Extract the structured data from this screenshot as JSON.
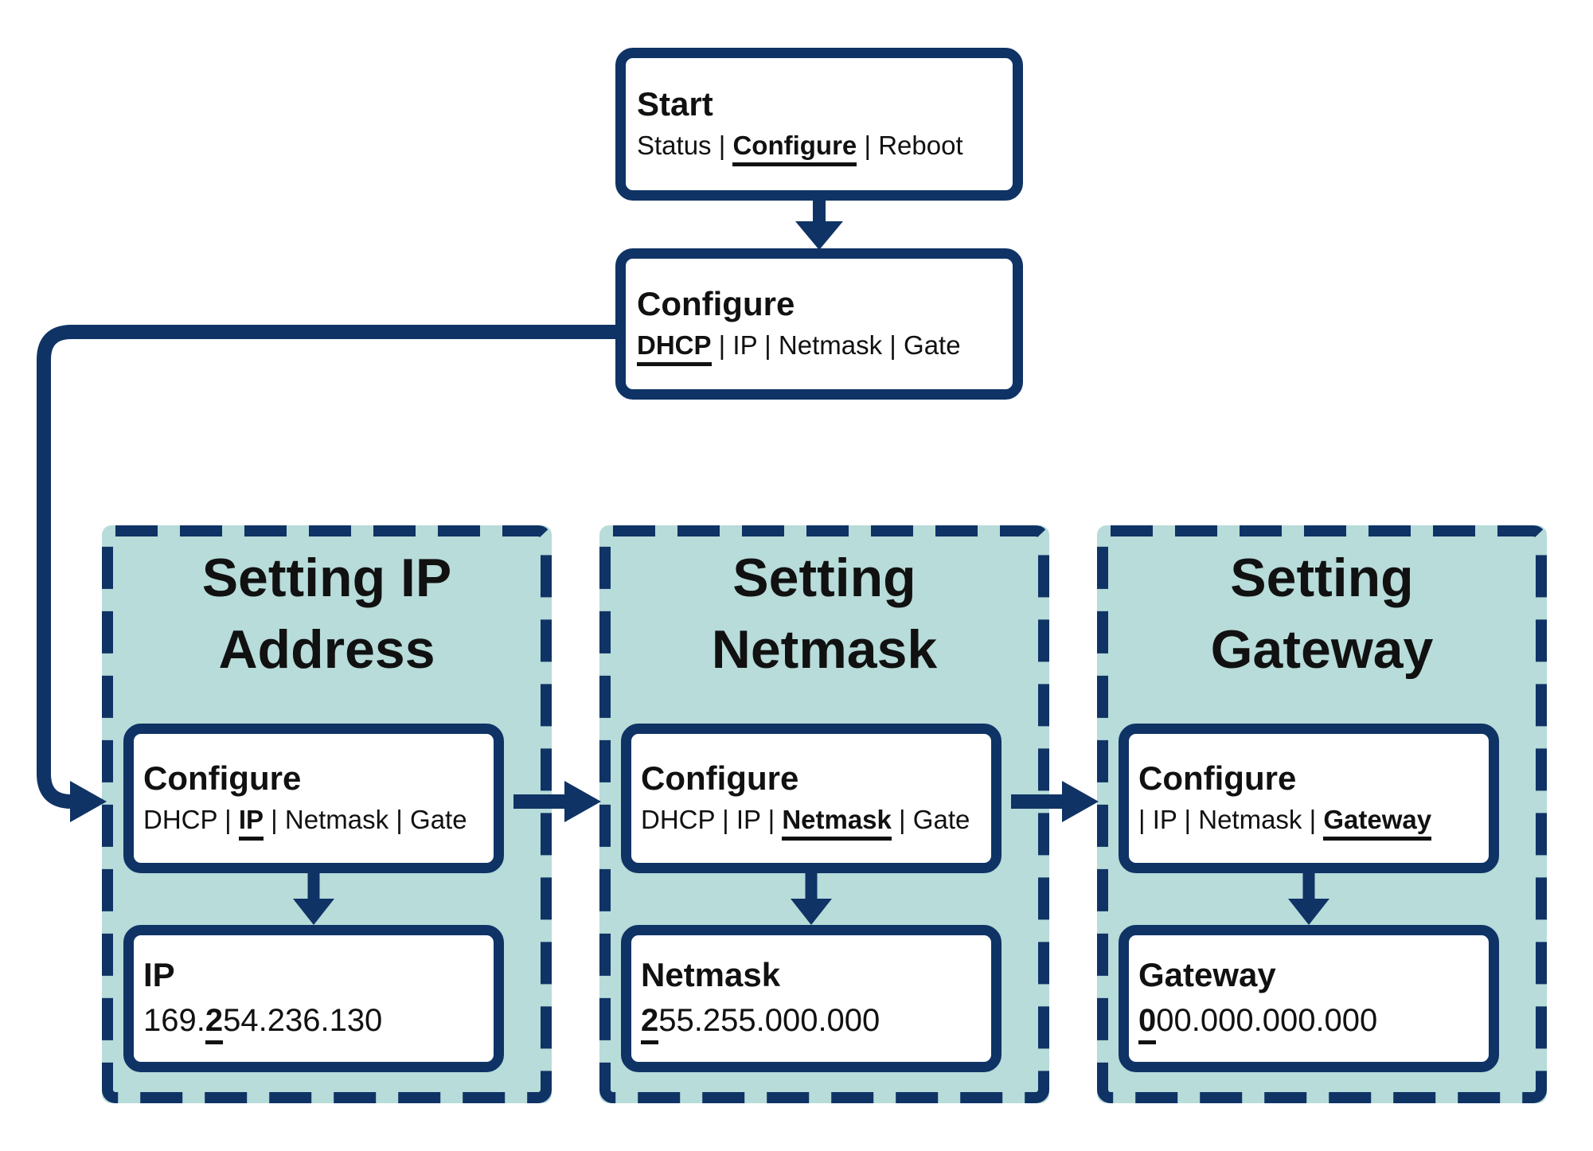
{
  "colors": {
    "navy": "#0f3365",
    "panel_teal": "#b7dcd9",
    "text": "#111111",
    "background": "#ffffff"
  },
  "start": {
    "heading": "Start",
    "menu_pre": "Status | ",
    "menu_active": "Configure",
    "menu_post": " | Reboot"
  },
  "configure": {
    "heading": "Configure",
    "menu_pre": "",
    "menu_active": "DHCP",
    "menu_post": " | IP | Netmask | Gate"
  },
  "panels": [
    {
      "title_line1": "Setting IP",
      "title_line2": "Address",
      "box_heading": "Configure",
      "menu_pre": "DHCP | ",
      "menu_active": "IP",
      "menu_post": " | Netmask | Gate",
      "value_heading": "IP",
      "value_pre": "169.",
      "value_active": "2",
      "value_post": "54.236.130"
    },
    {
      "title_line1": "Setting",
      "title_line2": "Netmask",
      "box_heading": "Configure",
      "menu_pre": "DHCP | IP | ",
      "menu_active": "Netmask",
      "menu_post": " | Gate",
      "value_heading": "Netmask",
      "value_pre": "",
      "value_active": "2",
      "value_post": "55.255.000.000"
    },
    {
      "title_line1": "Setting",
      "title_line2": "Gateway",
      "box_heading": "Configure",
      "menu_pre": "| IP | Netmask | ",
      "menu_active": "Gateway",
      "menu_post": "",
      "value_heading": "Gateway",
      "value_pre": "",
      "value_active": "0",
      "value_post": "00.000.000.000"
    }
  ]
}
